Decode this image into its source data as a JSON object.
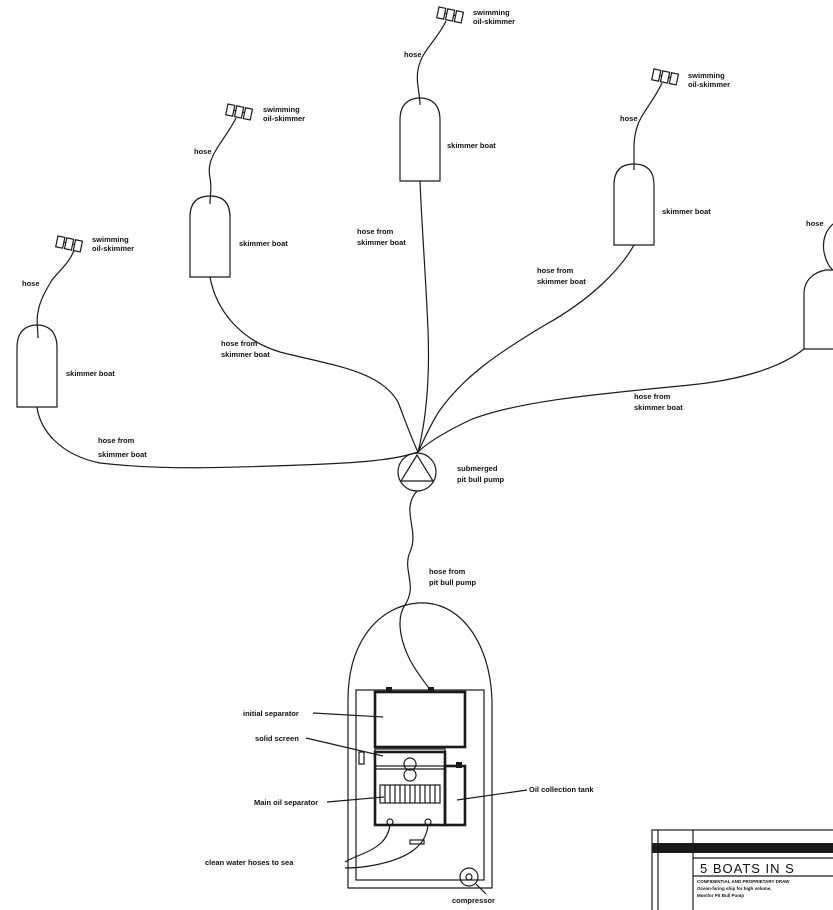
{
  "labels": {
    "swimming_skimmer": [
      "swimming",
      "oil-skimmer"
    ],
    "hose": "hose",
    "skimmer_boat": "skimmer boat",
    "hose_from_skimmer_boat": [
      "hose from",
      "skimmer boat"
    ],
    "pump": [
      "submerged",
      "pit bull pump"
    ],
    "hose_from_pump": [
      "hose from",
      "pit bull pump"
    ],
    "initial_separator": "initial separator",
    "solid_screen": "solid screen",
    "main_oil_separator": "Main oil separator",
    "oil_collection_tank": "Oil collection tank",
    "clean_water_hoses": "clean water hoses to sea",
    "compressor": "compressor"
  },
  "title_block": {
    "title": "5 BOATS IN S",
    "line1": "CONFIDENTIAL AND PROPRIETARY DRAW",
    "line2": "Ocean-faring ship for high volume,",
    "line3": "Monitor Pit Bull Pump"
  }
}
